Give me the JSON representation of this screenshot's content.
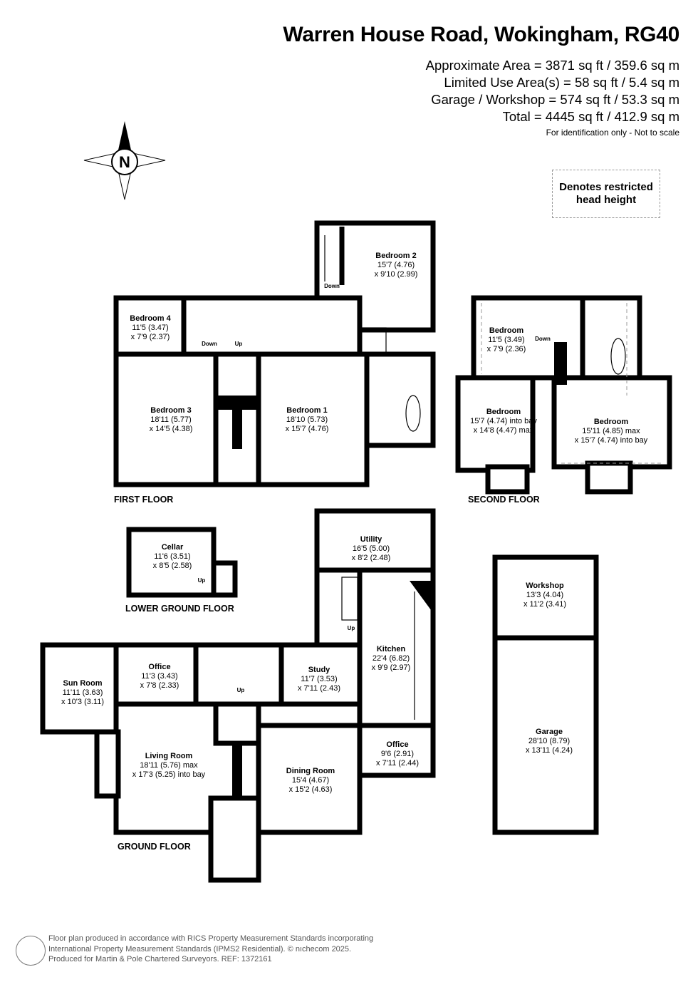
{
  "header": {
    "title": "Warren House Road, Wokingham, RG40",
    "areas": [
      "Approximate Area = 3871 sq ft / 359.6 sq m",
      "Limited Use Area(s) = 58 sq ft / 5.4 sq m",
      "Garage / Workshop = 574 sq ft / 53.3 sq m",
      "Total = 4445 sq ft / 412.9 sq m"
    ],
    "note": "For identification only - Not to scale"
  },
  "compass": {
    "label": "N"
  },
  "legend": {
    "restricted_line1": "Denotes restricted",
    "restricted_line2": "head height"
  },
  "floors": {
    "first": "FIRST FLOOR",
    "second": "SECOND FLOOR",
    "lower_ground": "LOWER GROUND FLOOR",
    "ground": "GROUND FLOOR"
  },
  "rooms": {
    "bedroom2": {
      "name": "Bedroom 2",
      "d1": "15'7 (4.76)",
      "d2": "x 9'10 (2.99)"
    },
    "bedroom4": {
      "name": "Bedroom 4",
      "d1": "11'5 (3.47)",
      "d2": "x 7'9 (2.37)"
    },
    "bedroom3": {
      "name": "Bedroom 3",
      "d1": "18'11 (5.77)",
      "d2": "x 14'5 (4.38)"
    },
    "bedroom1": {
      "name": "Bedroom 1",
      "d1": "18'10 (5.73)",
      "d2": "x 15'7 (4.76)"
    },
    "sf_bedroom_a": {
      "name": "Bedroom",
      "d1": "11'5 (3.49)",
      "d2": "x 7'9 (2.36)"
    },
    "sf_bedroom_b": {
      "name": "Bedroom",
      "d1": "15'7 (4.74) into bay",
      "d2": "x 14'8 (4.47) max"
    },
    "sf_bedroom_c": {
      "name": "Bedroom",
      "d1": "15'11 (4.85) max",
      "d2": "x 15'7 (4.74) into bay"
    },
    "cellar": {
      "name": "Cellar",
      "d1": "11'6 (3.51)",
      "d2": "x 8'5 (2.58)"
    },
    "utility": {
      "name": "Utility",
      "d1": "16'5 (5.00)",
      "d2": "x 8'2 (2.48)"
    },
    "kitchen": {
      "name": "Kitchen",
      "d1": "22'4 (6.82)",
      "d2": "x 9'9 (2.97)"
    },
    "study": {
      "name": "Study",
      "d1": "11'7 (3.53)",
      "d2": "x 7'11 (2.43)"
    },
    "office1": {
      "name": "Office",
      "d1": "11'3 (3.43)",
      "d2": "x 7'8 (2.33)"
    },
    "sunroom": {
      "name": "Sun Room",
      "d1": "11'11 (3.63)",
      "d2": "x 10'3 (3.11)"
    },
    "living": {
      "name": "Living Room",
      "d1": "18'11 (5.76) max",
      "d2": "x 17'3 (5.25) into bay"
    },
    "dining": {
      "name": "Dining Room",
      "d1": "15'4 (4.67)",
      "d2": "x 15'2 (4.63)"
    },
    "office2": {
      "name": "Office",
      "d1": "9'6 (2.91)",
      "d2": "x 7'11 (2.44)"
    },
    "workshop": {
      "name": "Workshop",
      "d1": "13'3 (4.04)",
      "d2": "x 11'2 (3.41)"
    },
    "garage": {
      "name": "Garage",
      "d1": "28'10 (8.79)",
      "d2": "x 13'11 (4.24)"
    }
  },
  "stairs": {
    "down": "Down",
    "up": "Up"
  },
  "footer": {
    "lines": [
      "Floor plan produced in accordance with RICS Property Measurement Standards incorporating",
      "International Property Measurement Standards (IPMS2 Residential).   © nıchecom 2025.",
      "Produced for Martin & Pole Chartered Surveyors.   REF: 1372161"
    ]
  }
}
